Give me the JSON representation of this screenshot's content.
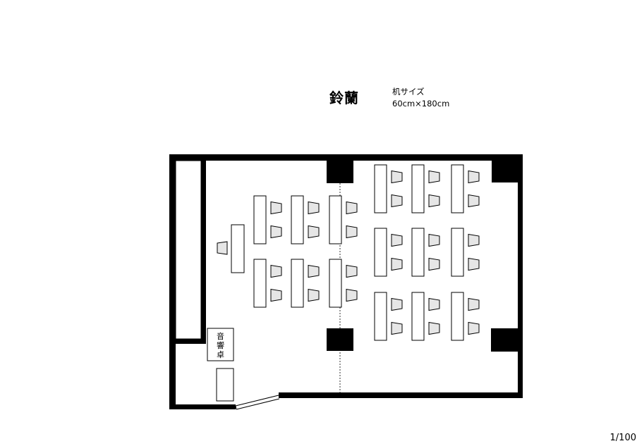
{
  "room_name": "鈴蘭",
  "desk_size_label": "机サイズ",
  "desk_size_value": "60cm×180cm",
  "sound_desk_label": [
    "音",
    "響",
    "卓"
  ],
  "scale": "1/100"
}
